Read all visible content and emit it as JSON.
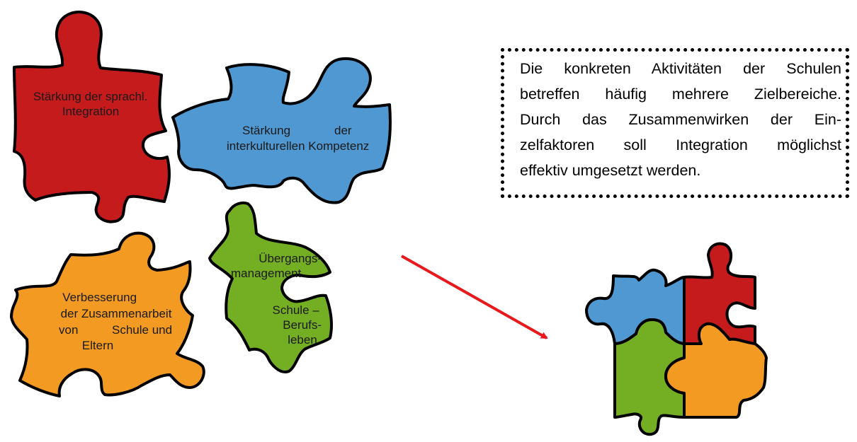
{
  "pieces": {
    "red": {
      "color": "#c51b1c",
      "label_line1": "Stärkung der sprachl.",
      "label_line2": "Integration"
    },
    "blue": {
      "color": "#5098d1",
      "label_line1a": "Stärkung",
      "label_line1b": "der",
      "label_line2": "interkulturellen Kompetenz"
    },
    "orange": {
      "color": "#f29a21",
      "label_line1": "Verbesserung",
      "label_line2": "der Zusammenarbeit",
      "label_line3a": "von",
      "label_line3b": "Schule und",
      "label_line4": "Eltern"
    },
    "green": {
      "color": "#74ae23",
      "label_line1": "Übergangs-",
      "label_line2": "management",
      "label_line3": "Schule –",
      "label_line4": "Berufs-",
      "label_line5": "leben"
    }
  },
  "note": {
    "lines": [
      "Die konkreten Aktivitäten der Schulen",
      "betreffen häufig mehrere Zielbereiche.",
      "Durch das Zusammenwirken der Ein-",
      "zelfaktoren soll Integration möglichst",
      "effektiv umgesetzt werden."
    ]
  },
  "arrow": {
    "color": "#e8191c"
  }
}
